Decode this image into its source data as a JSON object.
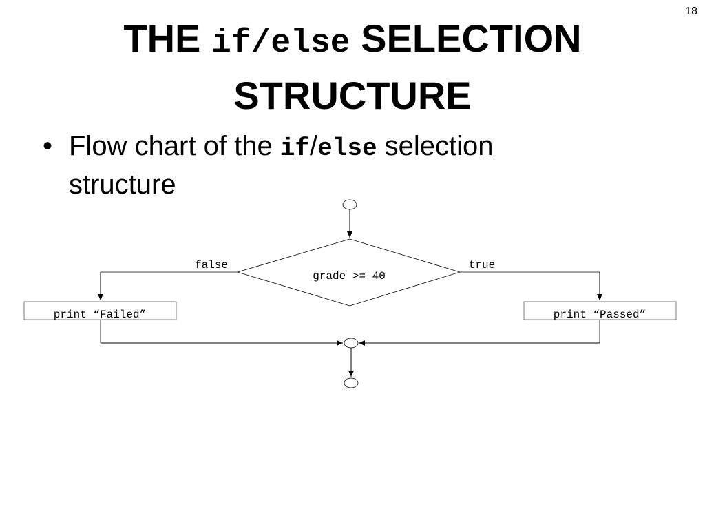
{
  "slide": {
    "number": "18",
    "title": {
      "part1": "THE ",
      "code": "if/else",
      "part2": " SELECTION STRUCTURE"
    },
    "bullet": {
      "symbol": "•",
      "part1": "Flow chart of the ",
      "code1": "if",
      "slash": "/",
      "code2": "else",
      "part2": " selection structure"
    }
  },
  "flowchart": {
    "condition": "grade >= 40",
    "false_label": "false",
    "true_label": "true",
    "false_action": "print “Failed”",
    "true_action": "print “Passed”"
  }
}
